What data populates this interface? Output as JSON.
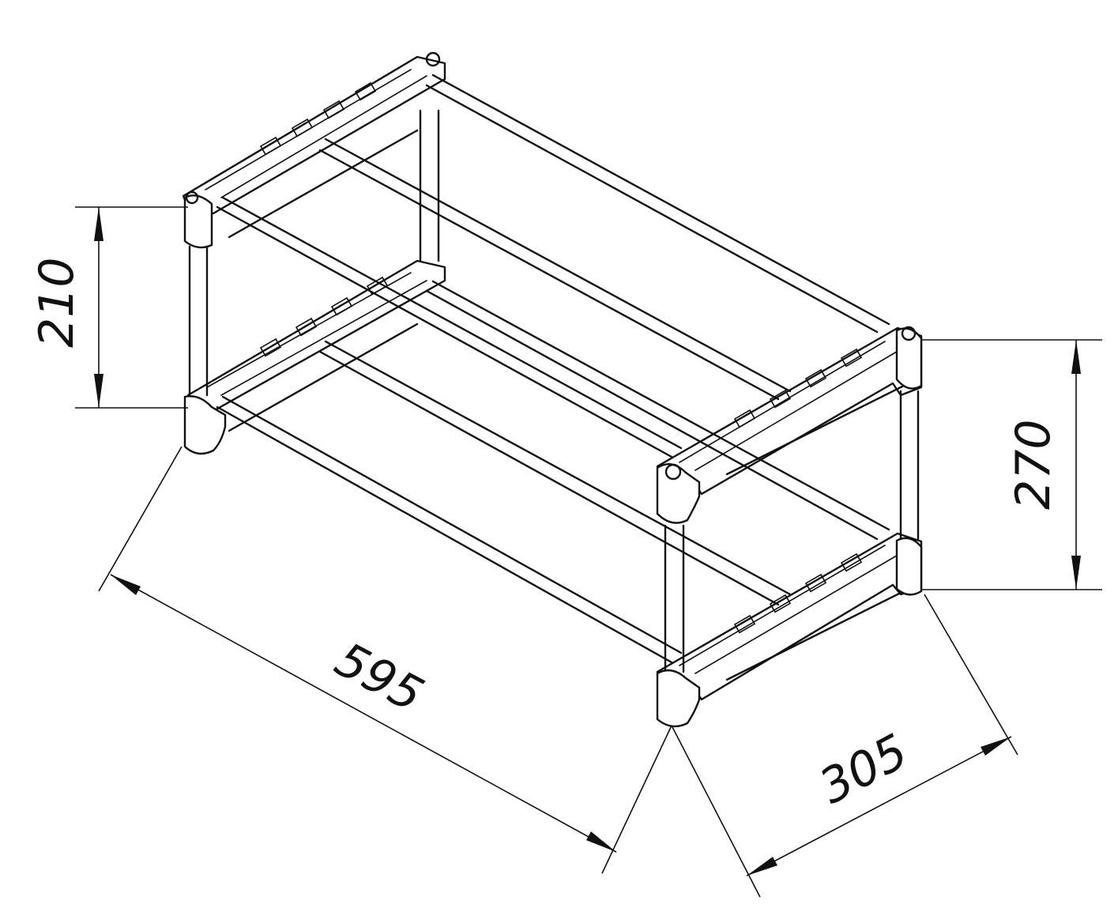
{
  "dimensions": {
    "height_shelf_spacing": "210",
    "height_total": "270",
    "length": "595",
    "depth": "305"
  }
}
